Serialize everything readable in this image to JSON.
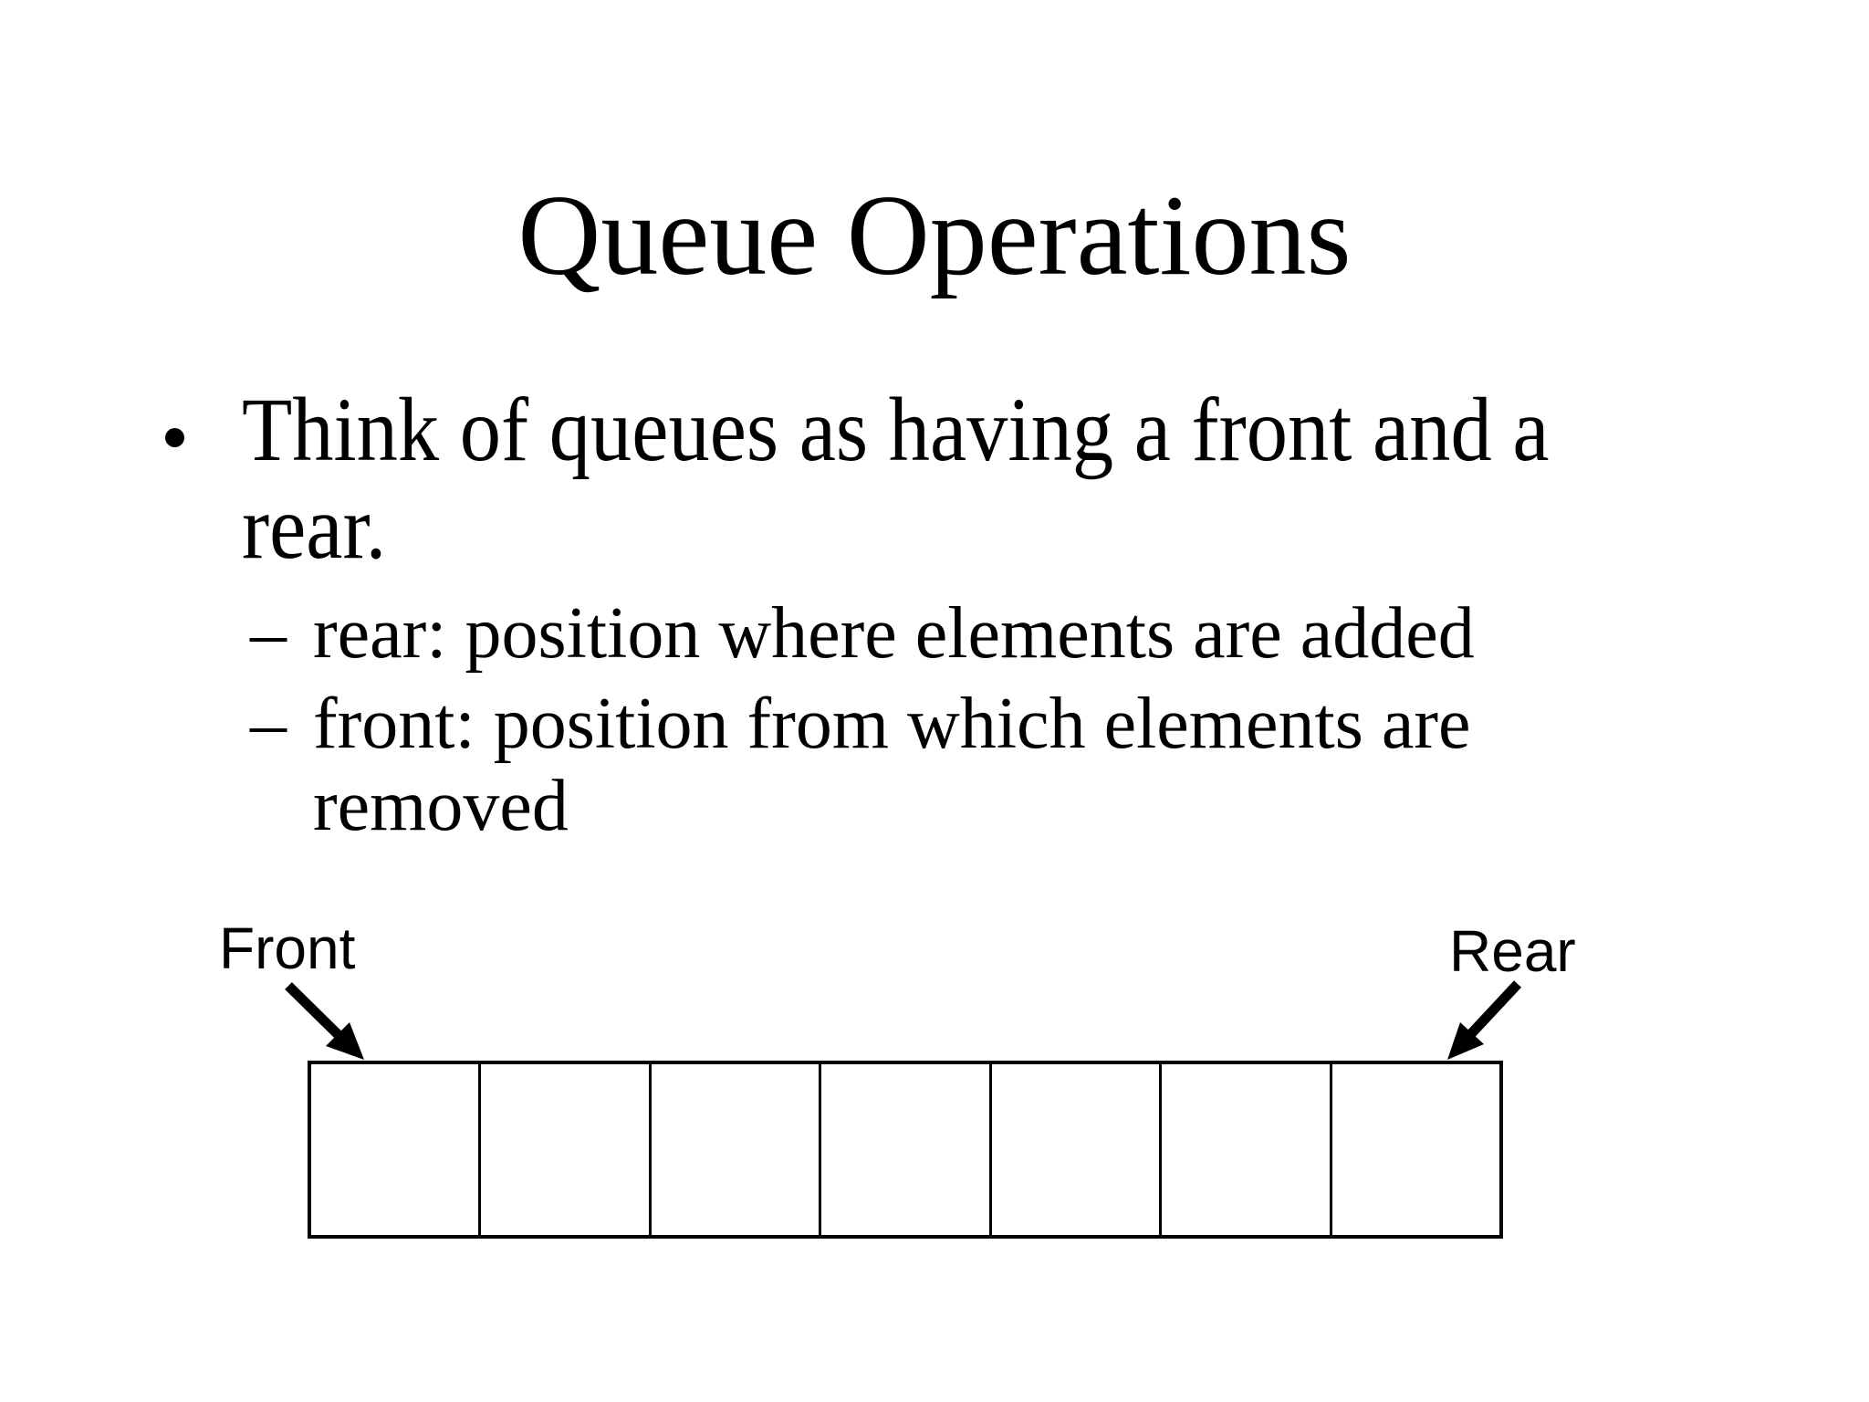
{
  "slide": {
    "title": "Queue Operations",
    "bullets": [
      {
        "marker": "•",
        "lines": [
          "Think of queues as having a front and a",
          "rear."
        ],
        "sub_bullets": [
          {
            "marker": "–",
            "lines": [
              "rear: position where elements are added"
            ]
          },
          {
            "marker": "–",
            "lines": [
              "front: position from which elements are",
              "removed"
            ]
          }
        ]
      }
    ],
    "diagram": {
      "front_label": "Front",
      "rear_label": "Rear",
      "cell_count": 7,
      "cells": [
        "",
        "",
        "",
        "",
        "",
        "",
        ""
      ],
      "line_color": "#000000"
    },
    "colors": {
      "background": "#ffffff",
      "text": "#000000"
    }
  }
}
